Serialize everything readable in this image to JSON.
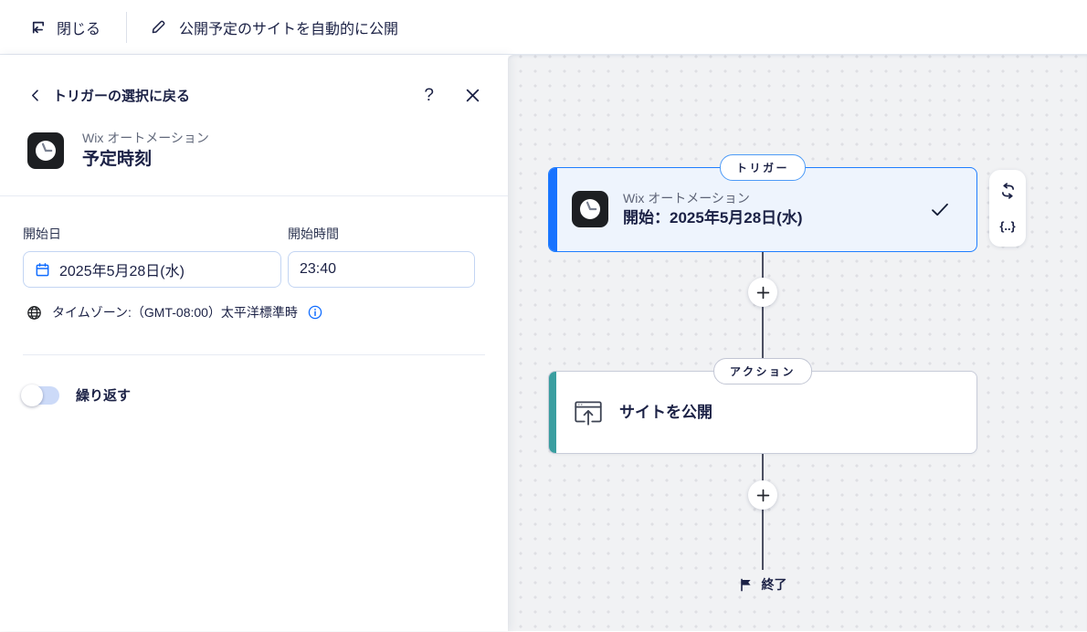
{
  "topbar": {
    "close_label": "閉じる",
    "title": "公開予定のサイトを自動的に公開"
  },
  "panel": {
    "back_label": "トリガーの選択に戻る",
    "help_label": "?",
    "app_name": "Wix オートメーション",
    "trigger_title": "予定時刻",
    "form": {
      "start_date_label": "開始日",
      "start_date_value": "2025年5月28日(水)",
      "start_time_label": "開始時間",
      "start_time_value": "23:40",
      "timezone_text": "タイムゾーン:（GMT-08:00）太平洋標準時",
      "repeat_label": "繰り返す",
      "repeat_state": "off"
    }
  },
  "canvas": {
    "trigger_badge": "トリガー",
    "trigger_node": {
      "app_name": "Wix オートメーション",
      "title": "開始：2025年5月28日(水)",
      "status": "configured"
    },
    "action_badge": "アクション",
    "action_node": {
      "title": "サイトを公開"
    },
    "toolbar": {
      "braces_glyph": "{..}"
    },
    "end_label": "終了"
  },
  "colors": {
    "accent_blue": "#1872ff",
    "accent_teal": "#3a9ea0",
    "trigger_node_bg": "#eef4fd",
    "icon_blue": "#116dff",
    "canvas_bg": "#f1f2f4",
    "text_dark": "#1b2145"
  }
}
